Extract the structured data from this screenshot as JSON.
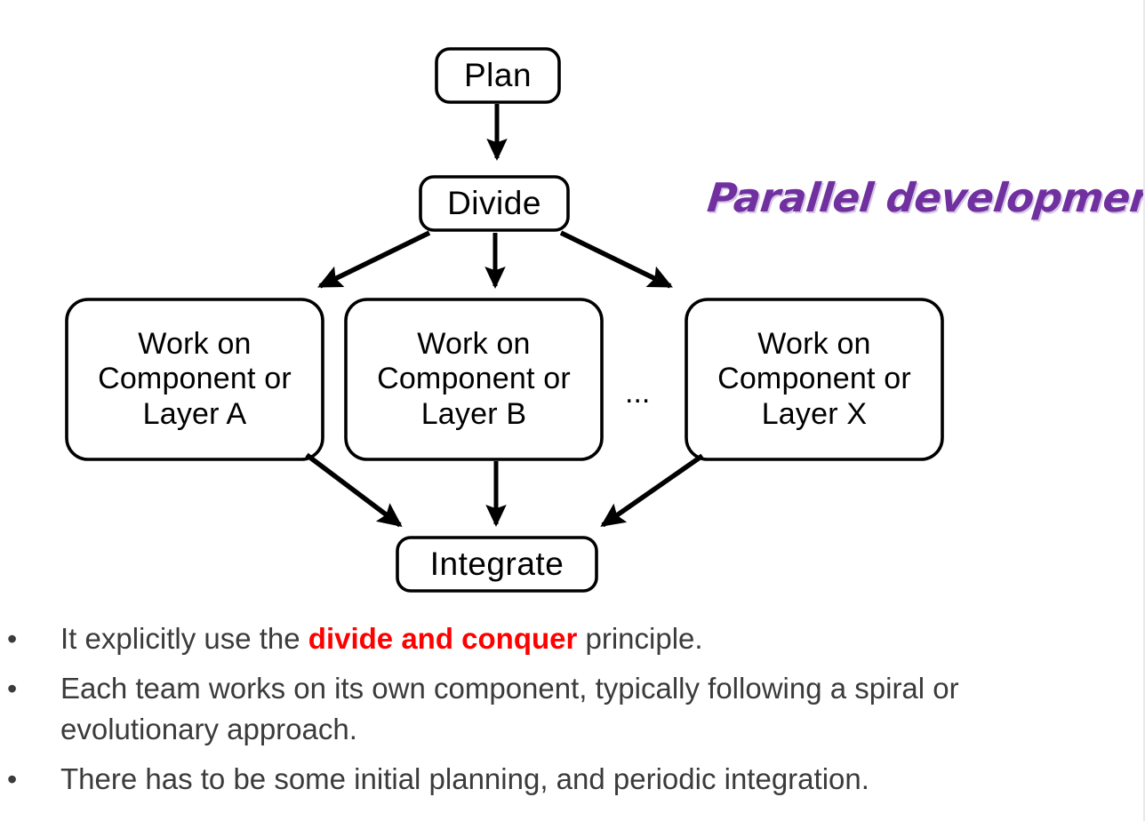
{
  "slide": {
    "title": "Parallel development",
    "title_color": "#7030A0",
    "highlight_color": "#FF0000",
    "text_color": "#3b3b3b",
    "node_stroke_color": "#000000",
    "node_fill_color": "#FFFFFF"
  },
  "diagram": {
    "type": "flowchart",
    "ellipsis": "...",
    "nodes": {
      "plan": "Plan",
      "divide": "Divide",
      "work_a": "Work on\nComponent or\nLayer A",
      "work_b": "Work on\nComponent or\nLayer B",
      "work_x": "Work on\nComponent or\nLayer X",
      "integrate": "Integrate"
    },
    "edges": [
      {
        "from": "plan",
        "to": "divide"
      },
      {
        "from": "divide",
        "to": "work_a"
      },
      {
        "from": "divide",
        "to": "work_b"
      },
      {
        "from": "divide",
        "to": "work_x"
      },
      {
        "from": "work_a",
        "to": "integrate"
      },
      {
        "from": "work_b",
        "to": "integrate"
      },
      {
        "from": "work_x",
        "to": "integrate"
      }
    ]
  },
  "bullets": [
    {
      "marker": "•",
      "parts": [
        {
          "text": "It explicitly use the ",
          "style": "normal"
        },
        {
          "text": "divide and conquer",
          "style": "highlight"
        },
        {
          "text": " principle.",
          "style": "normal"
        }
      ]
    },
    {
      "marker": "•",
      "parts": [
        {
          "text": "Each team works on its own component, typically following a spiral or evolutionary approach.",
          "style": "normal"
        }
      ]
    },
    {
      "marker": "•",
      "parts": [
        {
          "text": "There has to be some initial planning, and periodic integration.",
          "style": "normal"
        }
      ]
    }
  ]
}
